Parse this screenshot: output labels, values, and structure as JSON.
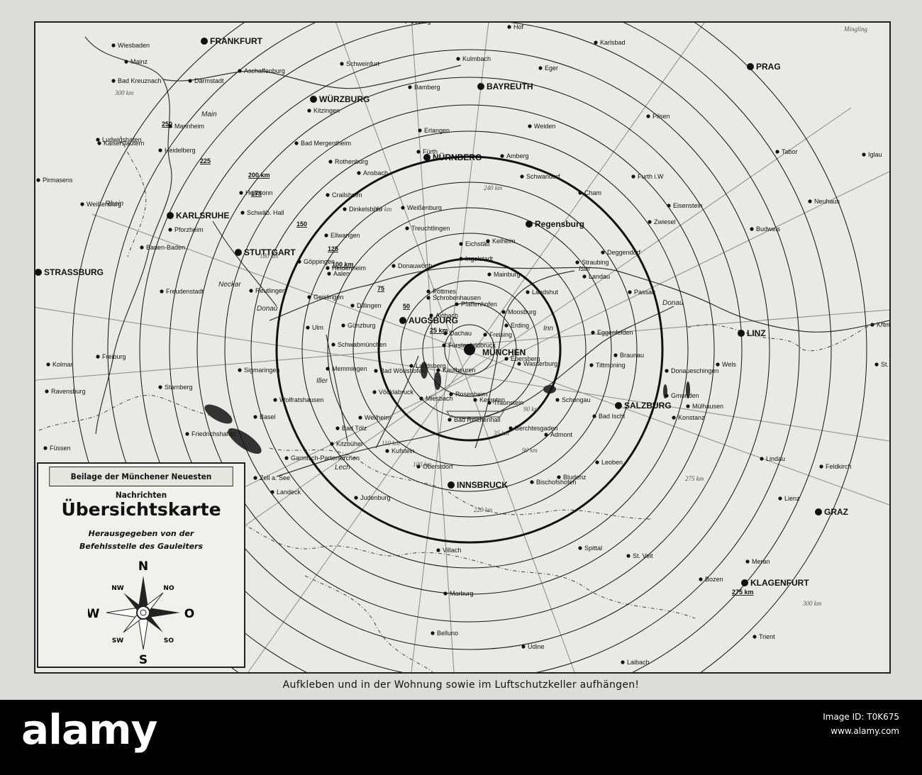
{
  "legend": {
    "header": "Beilage der Münchener Neuesten Nachrichten",
    "title": "Übersichtskarte",
    "subtitle_1": "Herausgegeben von der",
    "subtitle_2": "Befehlsstelle des Gauleiters",
    "compass": {
      "n": "N",
      "s": "S",
      "w": "W",
      "o": "O",
      "nw": "NW",
      "no": "NO",
      "sw": "SW",
      "so": "SO"
    }
  },
  "caption": "Aufkleben und in der Wohnung sowie im Luftschutzkeller aufhängen!",
  "corner_signature": "Mingling",
  "center_city": "MÜNCHEN",
  "major_cities": [
    "FRANKFURT",
    "WÜRZBURG",
    "BAYREUTH",
    "NÜRNBERG",
    "PRAG",
    "KARLSRUHE",
    "STUTTGART",
    "STRASSBURG",
    "AUGSBURG",
    "Regensburg",
    "LINZ",
    "SALZBURG",
    "INNSBRUCK",
    "GRAZ",
    "KLAGENFURT"
  ],
  "cities": [
    "Wiesbaden",
    "Mainz",
    "Bad Kreuznach",
    "Darmstadt",
    "Aschaffenburg",
    "Schweinfurt",
    "Coburg",
    "Hof",
    "Kulmbach",
    "Karlsbad",
    "Eger",
    "Bamberg",
    "Kitzingen",
    "Pilsen",
    "Weiden",
    "Erlangen",
    "Fürth",
    "Amberg",
    "Tabor",
    "Iglau",
    "Kaiserslautern",
    "Ludwigshafen",
    "Mannheim",
    "Heidelberg",
    "Bad Mergentheim",
    "Rothenburg",
    "Ansbach",
    "Schwandorf",
    "Furth i.W",
    "Pirmasens",
    "Heilbronn",
    "Crailsheim",
    "Cham",
    "Eisenstein",
    "Neuhaus",
    "Weißenburg",
    "Schwäb. Hall",
    "Dinkelsbühl",
    "Zwiesel",
    "Ellwangen",
    "Weißenburg",
    "Treuchtlingen",
    "Pforzheim",
    "Budweis",
    "Eichstätt",
    "Kelheim",
    "Straubing",
    "Baden-Baden",
    "Aalen",
    "Ingolstadt",
    "Deggendorf",
    "Heidenheim",
    "Göppingen",
    "Donauwörth",
    "Mainburg",
    "Landau",
    "Dillingen",
    "Pöttmes",
    "Schrobenhausen",
    "Pfaffenhofen",
    "Freudenstadt",
    "Geislingen",
    "Reutlingen",
    "Landshut",
    "Passau",
    "Aichach",
    "Moosburg",
    "Ulm",
    "Günzburg",
    "Freising",
    "Eggenfelden",
    "Krems",
    "Erding",
    "Dachau",
    "Braunau",
    "Kolmar",
    "Schwabmünchen",
    "Fürstenfeldbruck",
    "St. Pölten",
    "Freiburg",
    "Sigmaringen",
    "Ebersberg",
    "Wels",
    "Memmingen",
    "Bad Wörishofen",
    "Landsberg",
    "Wasserburg",
    "Tittmoning",
    "Donaueschingen",
    "Starnberg",
    "Kaufbeuren",
    "Vöcklabruck",
    "Gmunden",
    "Mülhausen",
    "Ravensburg",
    "Wolfratshausen",
    "Rosenheim",
    "Traunstein",
    "Schongau",
    "Weilheim",
    "Miesbach",
    "Kempten",
    "Bad Tölz",
    "Bad Reichenhall",
    "Bad Ischl",
    "Konstanz",
    "Friedrichshafen",
    "Basel",
    "Füssen",
    "Kufstein",
    "Berchtesgaden",
    "Admont",
    "Lindau",
    "Garmisch-Partenkirchen",
    "Oberstdorf",
    "Kitzbühel",
    "Bischofshofen",
    "Leoben",
    "Feldkirch",
    "Zell a. See",
    "Bludenz",
    "Landeck",
    "Judenburg",
    "Lienz",
    "Spittal",
    "St. Veit",
    "Meran",
    "Villach",
    "Bozen",
    "Marburg",
    "Trient",
    "Belluno",
    "Udine",
    "Laibach"
  ],
  "rivers": [
    "Main",
    "Rhein",
    "Neckar",
    "Donau",
    "Iller",
    "Lech",
    "Isar",
    "Inn",
    "Donau"
  ],
  "distance_labels": [
    "25 km",
    "50",
    "75",
    "100 km",
    "125",
    "150",
    "175",
    "200 km",
    "225",
    "250",
    "275 km"
  ],
  "handwritten_labels": [
    "300 km",
    "180 km",
    "240 km",
    "260 km",
    "110 km",
    "100 km",
    "90 km",
    "90 km",
    "35 km",
    "275 km",
    "300 km",
    "220 km"
  ],
  "watermark": {
    "logo": "alamy",
    "line1": "Image ID: T0K675",
    "line2": "www.alamy.com"
  }
}
